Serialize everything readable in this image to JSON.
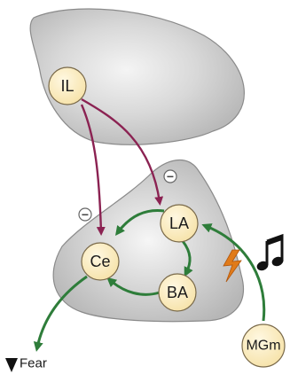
{
  "nodes": {
    "il": "IL",
    "la": "LA",
    "ce": "Ce",
    "ba": "BA",
    "mgm": "MGm"
  },
  "inhibition_marks": {
    "amygdala": "−",
    "ce_input": "−"
  },
  "output_label": "Fear",
  "icons": [
    "music-note-icon",
    "lightning-bolt-icon",
    "down-arrow-icon"
  ],
  "colors": {
    "region_fill": "#cfcfcf",
    "region_highlight": "#f2f2f2",
    "node_fill": "#fbeec6",
    "node_stroke": "#7a6a4a",
    "inhibitory_arrow": "#8b2252",
    "excitatory_arrow": "#2e7d3a",
    "bolt": "#e07b1a"
  }
}
